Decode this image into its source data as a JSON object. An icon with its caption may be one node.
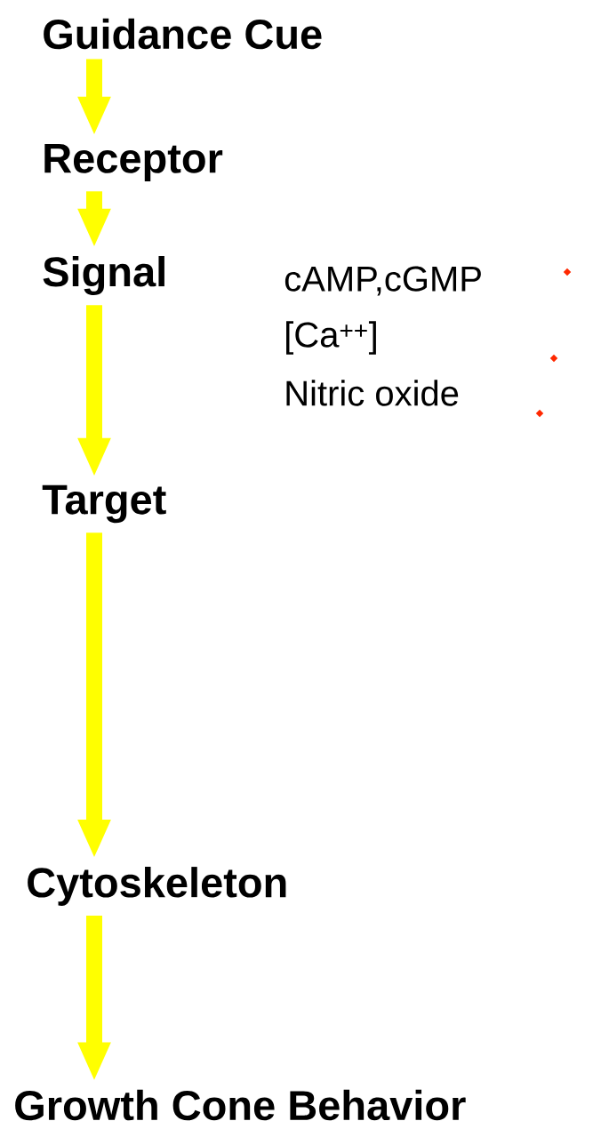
{
  "diagram": {
    "nodes": [
      {
        "text": [
          "Guidance Cue"
        ]
      },
      {
        "text": [
          "Receptor"
        ]
      },
      {
        "text": [
          "Signal"
        ]
      },
      {
        "text": [
          "Target"
        ]
      },
      {
        "text": [
          "Cytoskeleton"
        ]
      },
      {
        "text": [
          "Growth Cone Behavior"
        ]
      }
    ],
    "edges": [
      {
        "from": 0,
        "to": 1,
        "arrow": "to",
        "color": "#ffff00"
      },
      {
        "from": 1,
        "to": 2,
        "arrow": "to",
        "color": "#ffff00"
      },
      {
        "from": 2,
        "to": 3,
        "arrow": "to",
        "color": "#ffff00"
      },
      {
        "from": 3,
        "to": 4,
        "arrow": "to",
        "color": "#ffff00"
      },
      {
        "from": 4,
        "to": 5,
        "arrow": "to",
        "color": "#ffff00"
      }
    ],
    "labels": [
      "cAMP,cGMP",
      "[Ca$^{++}$]",
      "Nitric oxide"
    ]
  }
}
